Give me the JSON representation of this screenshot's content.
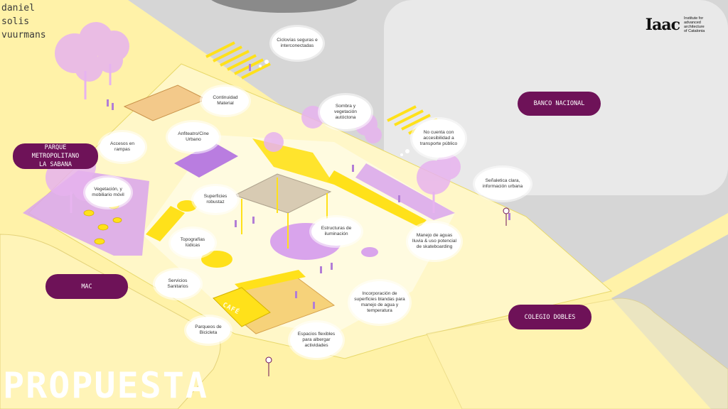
{
  "author": {
    "line1": "daniel",
    "line2": "solis",
    "line3": "vuurmans"
  },
  "logo": {
    "mark": "Iaac",
    "line1": "Institute for",
    "line2": "advanced",
    "line3": "architecture",
    "line4": "of Catalonia"
  },
  "title": "PROPUESTA",
  "places": {
    "banco": "BANCO NACIONAL",
    "parque_line1": "PARQUE METROPOLITANO",
    "parque_line2": "LA SABANA",
    "mac": "MAC",
    "colegio": "COLEGIO DOBLES"
  },
  "bubbles": {
    "ciclovias": "Ciclovías seguras e interconectadas",
    "continuidad": "Continuidad Material",
    "sombra": "Sombra y vegetación autóctona",
    "no_cuenta": "No cuenta con accesibilidad a transporte público",
    "anfiteatro": "Anfiteatro/Cine Urbano",
    "accesos": "Accesos en rampas",
    "senaletica": "Señaletica clara, información urbana",
    "vegetacion": "Vegetación, y mobiliario móvil",
    "superficies": "Superficies robustaz",
    "estructuras": "Estructuras de iluminación",
    "manejo": "Manejo de aguas lluvia & uso potencial de skateboarding",
    "topografias": "Topografías lúdicas",
    "servicios": "Servicios Sanitarios",
    "incorporacion": "Incorporación de superficies blandas para manejo de agua y temperatura",
    "parqueos": "Parqueos de Bicicleta",
    "espacios": "Espacios flexibles para albergar actividades"
  },
  "signage": {
    "cafe": "CAFÉ"
  },
  "colors": {
    "background": "#fff2a8",
    "accent": "#6e1258",
    "yellow": "#ffe11a",
    "lilac": "#d9a4ec",
    "road": "#d6d6d6"
  }
}
